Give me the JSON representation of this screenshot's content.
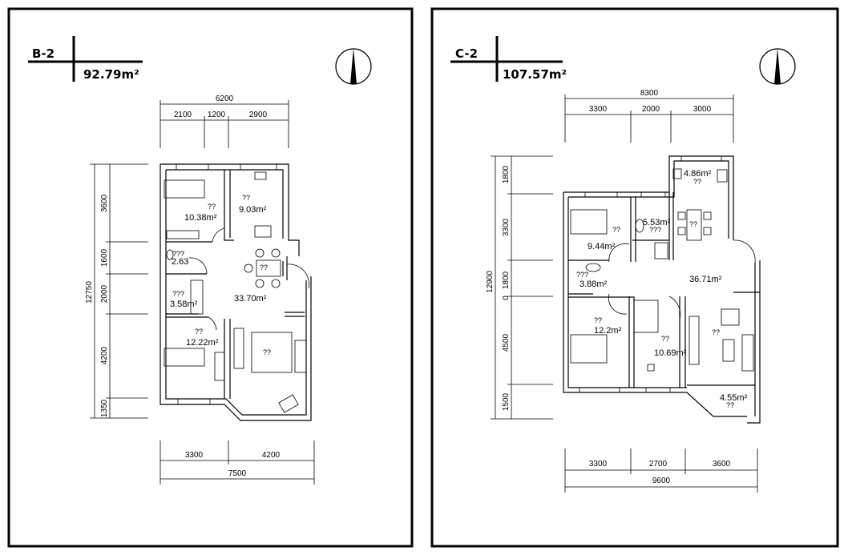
{
  "plans": [
    {
      "id": "B-2",
      "area": "92.79m²",
      "dims": {
        "top_total": "6200",
        "top": [
          "2100",
          "1200",
          "2900"
        ],
        "left_total": "12750",
        "left": [
          "3600",
          "1600",
          "2000",
          "4200",
          "1350"
        ],
        "bottom": [
          "3300",
          "4200"
        ],
        "bottom_total": "7500"
      },
      "rooms": [
        {
          "tag": "??",
          "area": "10.38m²"
        },
        {
          "tag": "??",
          "area": "9.03m²"
        },
        {
          "tag": "???",
          "area": "2.63"
        },
        {
          "tag": "??",
          "area": ""
        },
        {
          "tag": "???",
          "area": "3.58m²"
        },
        {
          "tag": "",
          "area": "33.70m²"
        },
        {
          "tag": "??",
          "area": "12.22m²"
        },
        {
          "tag": "??",
          "area": ""
        }
      ]
    },
    {
      "id": "C-2",
      "area": "107.57m²",
      "dims": {
        "top_total": "8300",
        "top": [
          "3300",
          "2000",
          "3000"
        ],
        "left_total": "12900",
        "left": [
          "1800",
          "3300",
          "1800",
          "0",
          "4500",
          "1500"
        ],
        "bottom": [
          "3300",
          "2700",
          "3600"
        ],
        "bottom_total": "9600"
      },
      "rooms": [
        {
          "tag": "??",
          "area": "4.86m²"
        },
        {
          "tag": "??",
          "area": "9.44m²"
        },
        {
          "tag": "???",
          "area": "5.53m²"
        },
        {
          "tag": "??",
          "area": ""
        },
        {
          "tag": "???",
          "area": "3.88m²"
        },
        {
          "tag": "",
          "area": "36.71m²"
        },
        {
          "tag": "??",
          "area": "12.2m²"
        },
        {
          "tag": "??",
          "area": "10.69m²"
        },
        {
          "tag": "??",
          "area": ""
        },
        {
          "tag": "??",
          "area": "4.55m²"
        }
      ]
    }
  ]
}
